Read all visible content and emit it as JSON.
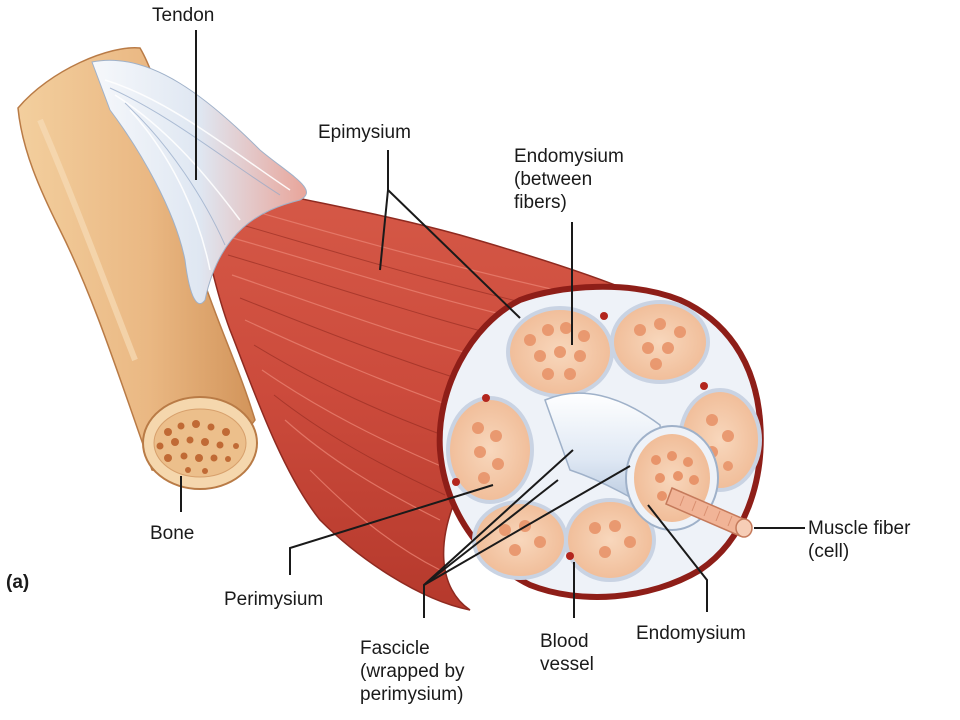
{
  "panel_label": "(a)",
  "labels": {
    "tendon": "Tendon",
    "epimysium": "Epimysium",
    "endomysium_between": "Endomysium\n(between\nfibers)",
    "bone": "Bone",
    "muscle_fiber": "Muscle fiber\n(cell)",
    "perimysium": "Perimysium",
    "fascicle": "Fascicle\n(wrapped by\nperimysium)",
    "blood_vessel": "Blood\nvessel",
    "endomysium": "Endomysium"
  },
  "colors": {
    "bone": "#eab883",
    "bone_shadow": "#d89a5e",
    "muscle": "#cc4b3c",
    "muscle_dark": "#a83227",
    "tendon": "#dfe7f2",
    "fascicle_fill": "#f4c7a4",
    "fiber": "#e89a6f",
    "perimysium": "#e9eef6",
    "vessel": "#cbd8ea",
    "leader": "#1a1a1a"
  }
}
